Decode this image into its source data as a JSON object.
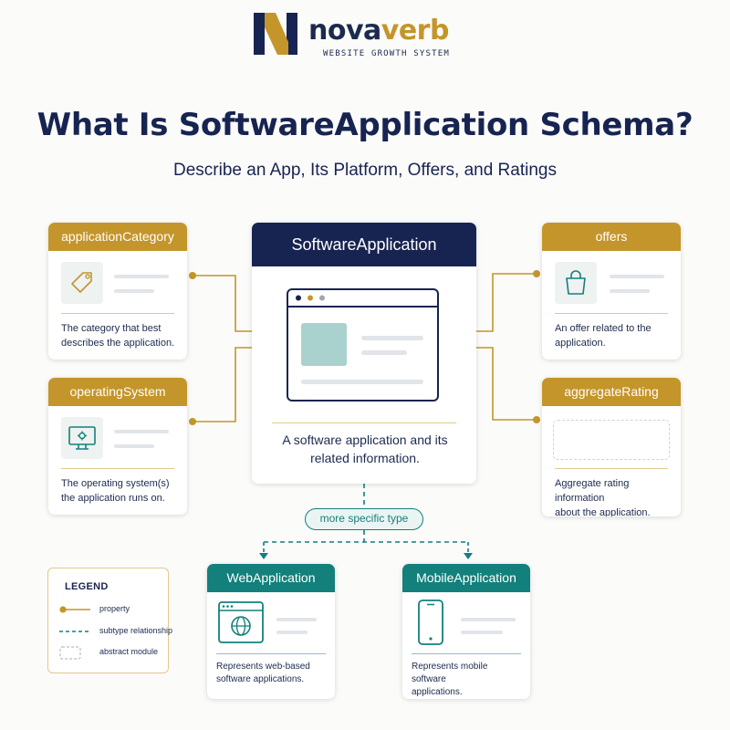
{
  "brand": {
    "name_part1": "nova",
    "name_part2": "verb",
    "tagline": "WEBSITE GROWTH SYSTEM",
    "colors": {
      "navy": "#172451",
      "gold": "#c4952a",
      "teal": "#13807c"
    }
  },
  "header": {
    "title": "What Is SoftwareApplication Schema?",
    "subtitle": "Describe an App, Its Platform, Offers, and Ratings"
  },
  "center": {
    "title": "SoftwareApplication",
    "description_line1": "A software application and its",
    "description_line2": "related information.",
    "icon": "app-window-icon"
  },
  "properties": {
    "application_category": {
      "title": "applicationCategory",
      "line1": "The category that best",
      "line2": "describes the application.",
      "icon": "tag-icon"
    },
    "operating_system": {
      "title": "operatingSystem",
      "line1": "The operating system(s)",
      "line2": "the application runs on.",
      "icon": "monitor-gear-icon"
    },
    "offers": {
      "title": "offers",
      "line1": "An offer related to the",
      "line2": "application.",
      "icon": "shopping-bag-icon"
    },
    "aggregate_rating": {
      "title": "aggregateRating",
      "line1": "Aggregate rating information",
      "line2": "about the application.",
      "icon": "abstract-module-placeholder"
    }
  },
  "subtypes": {
    "label": "more specific type",
    "web": {
      "title": "WebApplication",
      "line1": "Represents web-based",
      "line2": "software applications.",
      "icon": "browser-globe-icon"
    },
    "mobile": {
      "title": "MobileApplication",
      "line1": "Represents mobile software",
      "line2": "applications.",
      "icon": "smartphone-icon"
    }
  },
  "legend": {
    "title": "LEGEND",
    "items": [
      {
        "label": "property",
        "symbol": "solid-line-dot"
      },
      {
        "label": "subtype relationship",
        "symbol": "dashed-line"
      },
      {
        "label": "abstract module",
        "symbol": "dashed-box"
      }
    ]
  }
}
